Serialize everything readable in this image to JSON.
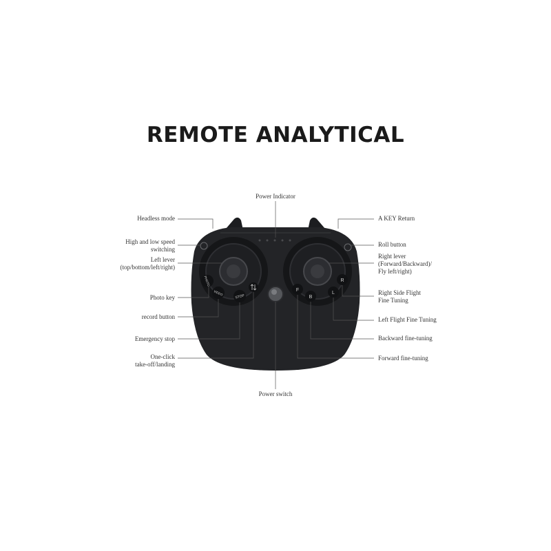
{
  "title": "REMOTE ANALYTICAL",
  "labels": {
    "power_indicator": "Power Indicator",
    "headless_mode": "Headless mode",
    "speed_switching": [
      "High and low speed",
      "switching"
    ],
    "left_lever": [
      "Left lever",
      "(top/bottom/left/right)"
    ],
    "photo_key": "Photo key",
    "record_button": "record button",
    "emergency_stop": "Emergency stop",
    "one_click": [
      "One-click",
      "take-off/landing"
    ],
    "power_switch": "Power switch",
    "a_key_return": "A KEY Return",
    "roll_button": "Roll button",
    "right_lever": [
      "Right lever",
      "(Forward/Backward)/",
      "Fly left/right)"
    ],
    "right_side_fine": [
      "Right Side Flight",
      "Fine Tuning"
    ],
    "left_flight_fine": "Left Flight Fine Tuning",
    "backward_fine": "Backward fine-tuning",
    "forward_fine": "Forward fine-tuning"
  },
  "controller_buttons": {
    "photo": "PHOTO",
    "video": "VIDEO",
    "stop": "STOP",
    "f": "F",
    "b": "B",
    "l": "L",
    "r": "R"
  },
  "colors": {
    "body": "#222326",
    "leader_line": "#555555"
  }
}
